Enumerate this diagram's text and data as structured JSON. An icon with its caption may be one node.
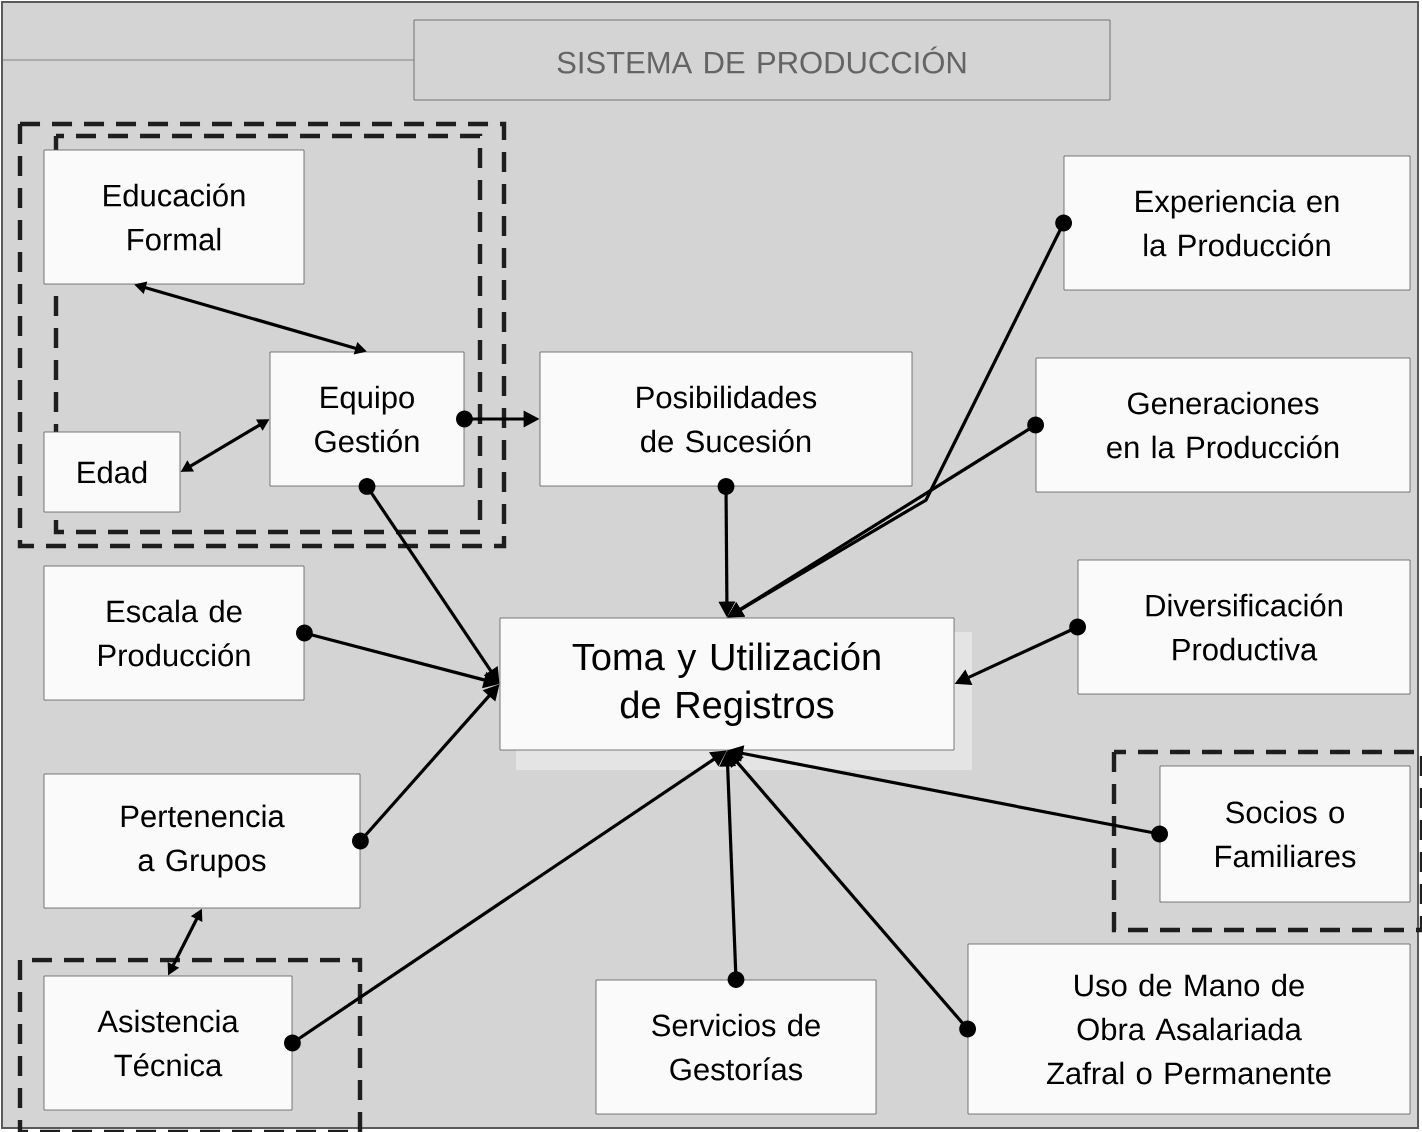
{
  "diagram": {
    "nodes": [
      {
        "text": [
          "SISTEMA DE PRODUCCIÓN"
        ]
      },
      {
        "text": [
          "Educación Formal"
        ]
      },
      {
        "text": [
          "Equipo Gestión"
        ]
      },
      {
        "text": [
          "Edad"
        ]
      },
      {
        "text": [
          "Posibilidades de Sucesión"
        ]
      },
      {
        "text": [
          "Experiencia en la Producción"
        ]
      },
      {
        "text": [
          "Generaciones en la Producción"
        ]
      },
      {
        "text": [
          "Escala de Producción"
        ]
      },
      {
        "text": [
          "Toma y Utilización de Registros"
        ]
      },
      {
        "text": [
          "Diversificación Productiva"
        ]
      },
      {
        "text": [
          "Pertenencia a Grupos"
        ]
      },
      {
        "text": [
          "Socios o Familiares"
        ]
      },
      {
        "text": [
          "Asistencia Técnica"
        ]
      },
      {
        "text": [
          "Servicios de Gestorías"
        ]
      },
      {
        "text": [
          "Uso de Mano de Obra Asalariada Zafral o Permanente"
        ]
      }
    ],
    "edges": [
      {
        "from": 1,
        "to": 2,
        "arrow": "both"
      },
      {
        "from": 2,
        "to": 3,
        "arrow": "both"
      },
      {
        "from": 2,
        "to": 4,
        "arrow": "to"
      },
      {
        "from": 2,
        "to": 8,
        "arrow": "to"
      },
      {
        "from": 4,
        "to": 8,
        "arrow": "to"
      },
      {
        "from": 5,
        "to": 8,
        "arrow": "to"
      },
      {
        "from": 6,
        "to": 8,
        "arrow": "to"
      },
      {
        "from": 7,
        "to": 8,
        "arrow": "to"
      },
      {
        "from": 9,
        "to": 8,
        "arrow": "to"
      },
      {
        "from": 10,
        "to": 8,
        "arrow": "to"
      },
      {
        "from": 11,
        "to": 8,
        "arrow": "to"
      },
      {
        "from": 12,
        "to": 8,
        "arrow": "to"
      },
      {
        "from": 13,
        "to": 8,
        "arrow": "to"
      },
      {
        "from": 14,
        "to": 8,
        "arrow": "to"
      },
      {
        "from": 10,
        "to": 12,
        "arrow": "both"
      }
    ]
  }
}
